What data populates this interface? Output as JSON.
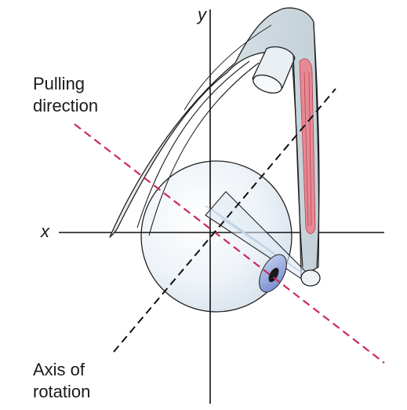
{
  "labels": {
    "y_axis": "y",
    "x_axis": "x",
    "pulling_line1": "Pulling",
    "pulling_line2": "direction",
    "rotation_line1": "Axis of",
    "rotation_line2": "rotation"
  },
  "colors": {
    "axis": "#111111",
    "pulling_direction": "#cc2a5c",
    "axis_of_rotation": "#111111",
    "muscle_fill": "#e3ecef",
    "muscle_outline": "#222222",
    "muscle_belly": "#e07a86",
    "eyeball_fill": "#eef3f8",
    "iris": "#7d8fd0",
    "pupil": "#1a1a1a"
  },
  "icons": {
    "eye": "eyeball-icon"
  }
}
